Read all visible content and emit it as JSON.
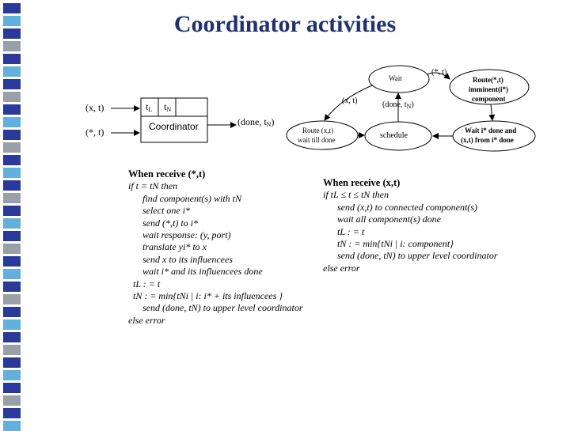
{
  "title": "Coordinator activities",
  "colors": {
    "title": "#1f2f78",
    "stripe_a": "#2a3a9a",
    "stripe_b": "#62b0dc",
    "stripe_c": "#9aa0a8"
  },
  "left_box": {
    "input_top": "(x, t)",
    "input_bottom": "(*, t)",
    "t_last": "t",
    "t_last_sub": "L",
    "t_next": "t",
    "t_next_sub": "N",
    "name": "Coordinator",
    "output": "(done, t",
    "output_sub": "N",
    "output_close": ")"
  },
  "state_diagram": {
    "wait": "Wait",
    "route_xt": "Route (x,t)",
    "wait_till_done": "wait till done",
    "schedule": "schedule",
    "route_star_1": "Route(*,t)",
    "route_star_2": "imminent(i*)",
    "route_star_3": "component",
    "wait_i_1": "Wait i* done and",
    "wait_i_2": "(x,t) from i* done",
    "arc_xt": "(x, t)",
    "arc_star": "(*, t)",
    "arc_done": "(done, t",
    "arc_done_sub": "N",
    "arc_done_close": ")"
  },
  "left_code": [
    "When receive (*,t)",
    "if t = tN then",
    "find component(s) with tN",
    "select one i*",
    "send (*,t) to i*",
    "wait response: (y, port)",
    "translate yi* to x",
    "send x to its influencees",
    "wait i* and its influencees done",
    "tL : = t",
    "tN : = min{tNi | i: i* + its influencees }",
    "send (done, tN) to upper level coordinator",
    "else error"
  ],
  "right_code": [
    "When receive (x,t)",
    "if tL ≤ t ≤ tN then",
    "send (x,t) to connected component(s)",
    "wait all component(s) done",
    "tL : = t",
    "tN : = min{tNi | i: component}",
    "send (done, tN) to upper level coordinator",
    "else error"
  ]
}
